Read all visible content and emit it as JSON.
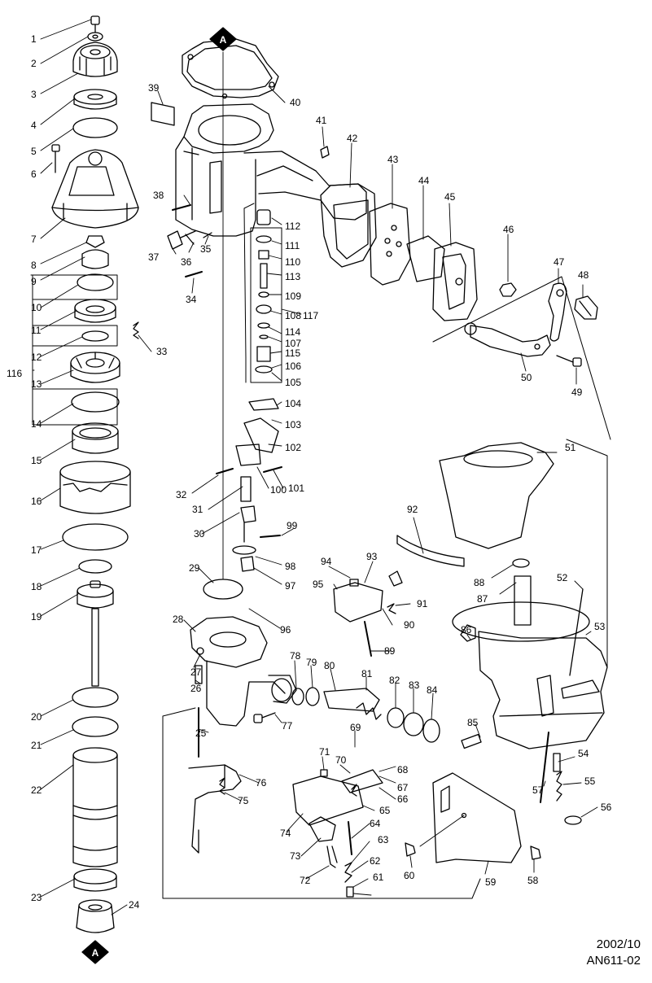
{
  "footer": {
    "date": "2002/10",
    "model": "AN611-02"
  },
  "markers": {
    "top": "A",
    "bottom": "A"
  },
  "part_numbers": {
    "left_column": [
      "1",
      "2",
      "3",
      "4",
      "5",
      "6",
      "7",
      "8",
      "9",
      "10",
      "11",
      "12",
      "13",
      "14",
      "15",
      "16",
      "17",
      "18",
      "19",
      "20",
      "21",
      "22",
      "23",
      "24"
    ],
    "group_label": "116",
    "center": [
      "25",
      "26",
      "27",
      "28",
      "29",
      "30",
      "31",
      "32",
      "33",
      "34",
      "35",
      "36",
      "37",
      "38",
      "39",
      "40",
      "41",
      "42",
      "43",
      "44",
      "45",
      "46",
      "47",
      "48",
      "49",
      "50"
    ],
    "valve_group": [
      "112",
      "111",
      "110",
      "113",
      "109",
      "108",
      "114",
      "107",
      "115",
      "106",
      "105",
      "104",
      "103",
      "102",
      "100",
      "101",
      "99",
      "98",
      "97",
      "96",
      "117"
    ],
    "right": [
      "51",
      "52",
      "53",
      "54",
      "55",
      "56",
      "57",
      "58",
      "59",
      "60",
      "61",
      "62",
      "63",
      "64",
      "65",
      "66",
      "67",
      "68",
      "69",
      "70",
      "71",
      "72",
      "73",
      "74",
      "75",
      "76",
      "77",
      "78",
      "79",
      "80",
      "81",
      "82",
      "83",
      "84",
      "85",
      "86",
      "87",
      "88",
      "89",
      "90",
      "91",
      "92",
      "93",
      "94",
      "95"
    ]
  }
}
